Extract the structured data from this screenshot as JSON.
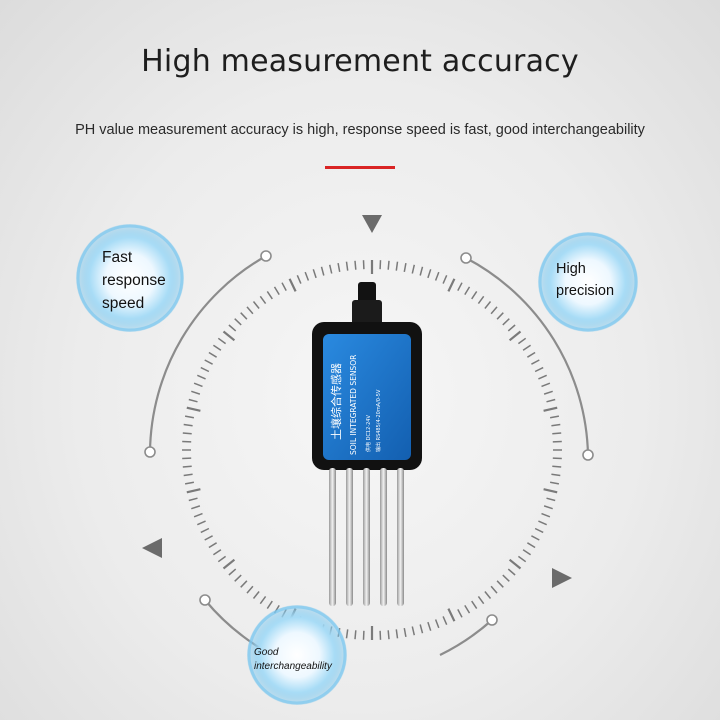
{
  "header": {
    "title": "High measurement accuracy",
    "subtitle": "PH value measurement accuracy is high, response speed is fast, good interchangeability"
  },
  "features": {
    "fast": [
      "Fast",
      "response",
      "speed"
    ],
    "high": [
      "High",
      "precision"
    ],
    "good": [
      "Good",
      "interchangeability"
    ]
  },
  "sensor": {
    "name_cn": "土壤综合传感器",
    "name_en": "SOIL INTEGRATED SENSOR",
    "spec_line1": "供电 DC12-24V",
    "spec_line2": "输出 RS485/4-20mA/0-5V"
  },
  "colors": {
    "accent": "#d92424",
    "bubble": "#8fd0f2",
    "sensor_face": "#1976c8",
    "sensor_body": "#111111",
    "ring": "#8c8c8c"
  },
  "icons": [
    "triangle-pointer-icon",
    "water-bubble-icon"
  ]
}
